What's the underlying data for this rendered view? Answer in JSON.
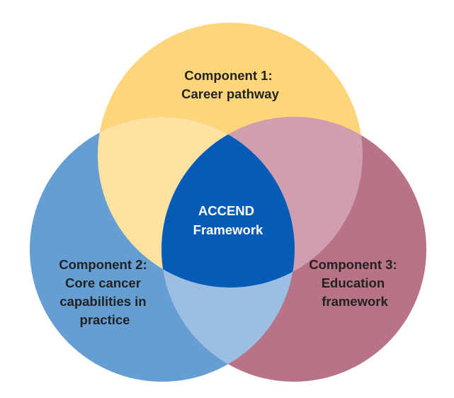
{
  "diagram": {
    "type": "venn",
    "center": {
      "label_lines": [
        "ACCEND",
        "Framework"
      ],
      "color": "#055bb5",
      "text_color": "#ffffff"
    },
    "components": [
      {
        "id": "component-1",
        "label_lines": [
          "Component 1:",
          "Career pathway"
        ],
        "color": "#ffd57a"
      },
      {
        "id": "component-2",
        "label_lines": [
          "Component 2:",
          "Core cancer",
          "capabilities in",
          "practice"
        ],
        "color": "#659ed2"
      },
      {
        "id": "component-3",
        "label_lines": [
          "Component 3:",
          "Education",
          "framework"
        ],
        "color": "#b87386"
      }
    ],
    "overlaps": {
      "component-1_component-2": "#ffe1a1",
      "component-1_component-3": "#d09eae",
      "component-2_component-3": "#9bbfe2"
    },
    "label_color": "#222222"
  }
}
